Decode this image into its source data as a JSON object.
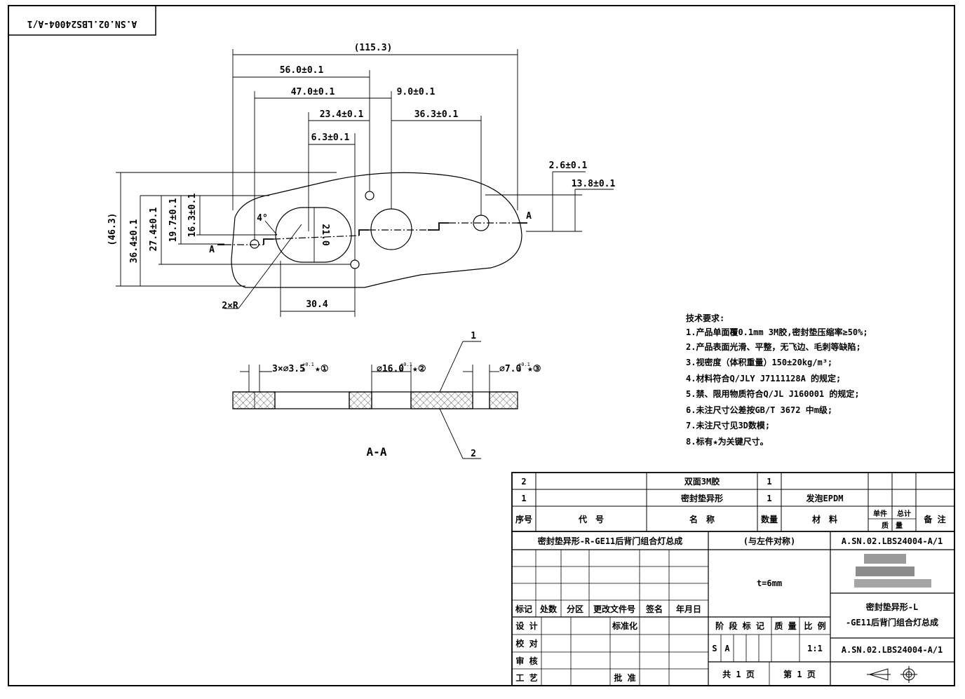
{
  "drawing_number_flipped": "A.SN.02.LBS24004-A/1",
  "dimensions": {
    "d_115_3": "(115.3)",
    "d_56_0": "56.0±0.1",
    "d_47_0": "47.0±0.1",
    "d_23_4": "23.4±0.1",
    "d_6_3": "6.3±0.1",
    "d_9_0": "9.0±0.1",
    "d_36_3": "36.3±0.1",
    "d_2_6": "2.6±0.1",
    "d_13_8": "13.8±0.1",
    "d_46_3": "(46.3)",
    "d_36_4": "36.4±0.1",
    "d_27_4": "27.4±0.1",
    "d_19_7": "19.7±0.1",
    "d_16_3": "16.3±0.1",
    "d_21_0": "21.0",
    "d_30_4": "30.4",
    "angle_4": "4°",
    "radius_2xr": "2×R",
    "section_mark": "A"
  },
  "section": {
    "hole_3x": "3×⌀3.5",
    "hole_16": "⌀16.0",
    "hole_7": "⌀7.0",
    "tol_top": "+0.1",
    "tol_bot": "0",
    "star_1": "★①",
    "star_2": "★②",
    "star_3": "★③",
    "leader_1": "1",
    "leader_2": "2",
    "title": "A-A"
  },
  "notes": {
    "heading": "技术要求:",
    "items": [
      "1.产品单面覆0.1mm 3M胶,密封垫压缩率≥50%;",
      "2.产品表面光滑、平整，无飞边、毛刺等缺陷;",
      "3.视密度（体积重量）150±20kg/m³;",
      "4.材料符合Q/JLY J7111128A 的规定;",
      "5.禁、限用物质符合Q/JL J160001 的规定;",
      "6.未注尺寸公差按GB/T 3672 中m级;",
      "7.未注尺寸见3D数模;",
      "8.标有★为关键尺寸。"
    ]
  },
  "bom": {
    "rows": [
      {
        "no": "2",
        "name": "双面3M胶",
        "qty": "1",
        "material": ""
      },
      {
        "no": "1",
        "name": "密封垫异形",
        "qty": "1",
        "material": "发泡EPDM"
      }
    ],
    "header": {
      "no": "序号",
      "code": "代　号",
      "name": "名　称",
      "qty": "数量",
      "material": "材　料",
      "unit": "单件",
      "total": "总计",
      "mass": "质　量",
      "remark": "备 注"
    }
  },
  "title_block": {
    "part_title": "密封垫异形-R-GE11后背门组合灯总成",
    "mirror": "(与左件对称)",
    "drawing_no": "A.SN.02.LBS24004-A/1",
    "thickness": "t=6mm",
    "part_name_line1": "密封垫异形-L",
    "part_name_line2": "-GE11后背门组合灯总成",
    "drawing_no_bottom": "A.SN.02.LBS24004-A/1",
    "rev_headers": [
      "标记",
      "处数",
      "分区",
      "更改文件号",
      "签名",
      "年月日"
    ],
    "design": "设 计",
    "check": "校 对",
    "review": "审 核",
    "process": "工 艺",
    "standard": "标准化",
    "approve": "批 准",
    "stage_mark": "阶 段 标 记",
    "weight": "质 量",
    "scale": "比 例",
    "stage_s": "S",
    "stage_a": "A",
    "scale_value": "1:1",
    "total_sheets": "共 1 页",
    "sheet_no": "第 1 页"
  }
}
